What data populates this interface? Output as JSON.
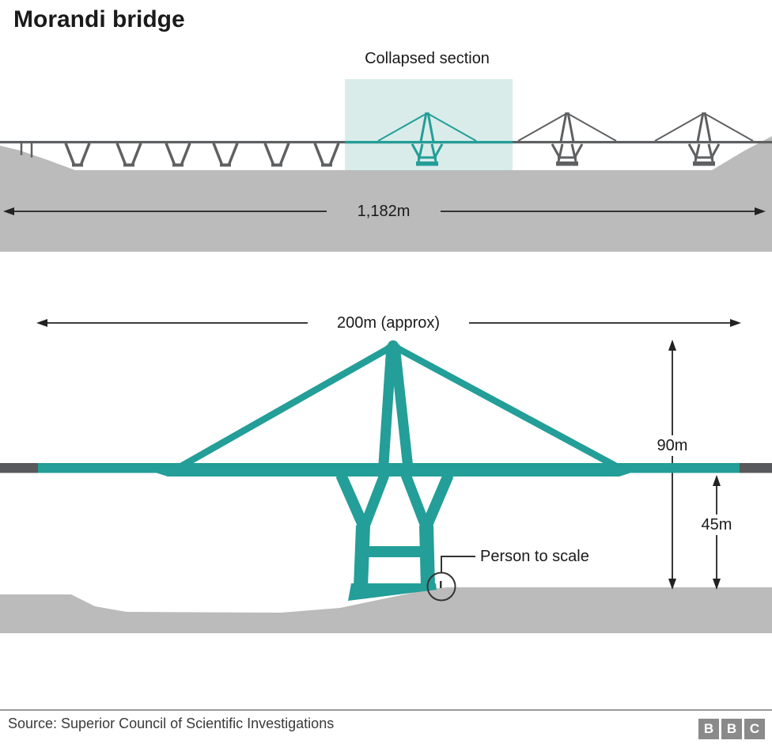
{
  "colors": {
    "teal": "#239E98",
    "teal_light": "#D9ECEA",
    "ground": "#BBBBBB",
    "structure": "#5F6062",
    "deck_cap": "#58595B",
    "text": "#1A1A1A",
    "arrow": "#222222",
    "annotation": "#333333",
    "bbc_gray": "#8A8A8A",
    "divider": "#999999",
    "source_text": "#3A3A3A"
  },
  "header": {
    "title": "Morandi bridge"
  },
  "top_diagram": {
    "collapsed_label": "Collapsed section",
    "total_length": "1,182m"
  },
  "bottom_diagram": {
    "span_label": "200m (approx)",
    "pylon_height": "90m",
    "deck_height": "45m",
    "person_label": "Person to scale"
  },
  "footer": {
    "source": "Source: Superior Council of Scientific Investigations",
    "logo": [
      "B",
      "B",
      "C"
    ]
  }
}
